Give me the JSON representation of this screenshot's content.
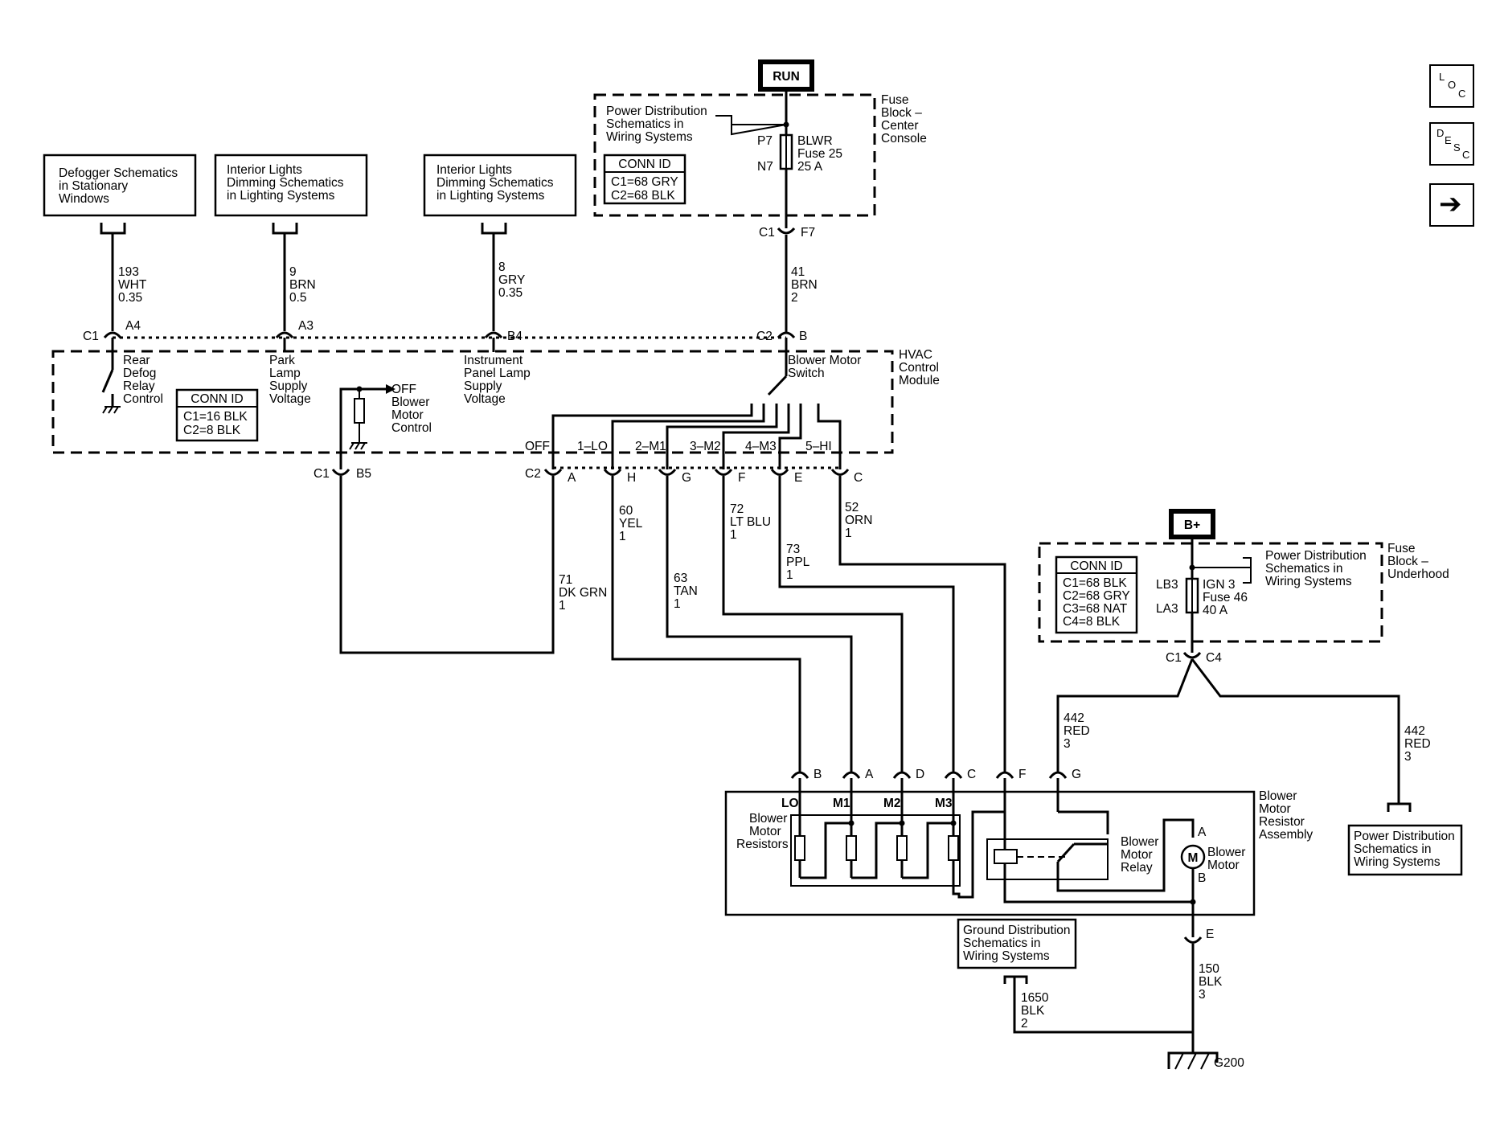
{
  "power": {
    "run": "RUN",
    "bplus": "B+"
  },
  "nav": {
    "loc": [
      "L",
      "O",
      "C"
    ],
    "desc": [
      "D",
      "E",
      "S",
      "C"
    ],
    "next": "➔"
  },
  "fuse_center": {
    "label": [
      "Fuse",
      "Block –",
      "Center",
      "Console"
    ],
    "pds": [
      "Power Distribution",
      "Schematics in",
      "Wiring Systems"
    ],
    "conn_title": "CONN ID",
    "conn": [
      "C1=68 GRY",
      "C2=68 BLK"
    ],
    "pin_in": "P7",
    "pin_out": "N7",
    "fuse": [
      "BLWR",
      "Fuse 25",
      "25 A"
    ],
    "out_conn": "C1",
    "out_pin": "F7"
  },
  "refs": {
    "defog": [
      "Defogger Schematics",
      "in Stationary",
      "Windows"
    ],
    "dim1": [
      "Interior Lights",
      "Dimming Schematics",
      "in Lighting Systems"
    ],
    "dim2": [
      "Interior Lights",
      "Dimming Schematics",
      "in Lighting Systems"
    ],
    "pds_right": [
      "Power Distribution",
      "Schematics in",
      "Wiring Systems"
    ],
    "gds": [
      "Ground Distribution",
      "Schematics in",
      "Wiring Systems"
    ]
  },
  "wires": {
    "w193": [
      "193",
      "WHT",
      "0.35"
    ],
    "w9": [
      "9",
      "BRN",
      "0.5"
    ],
    "w8": [
      "8",
      "GRY",
      "0.35"
    ],
    "w41": [
      "41",
      "BRN",
      "2"
    ],
    "w71": [
      "71",
      "DK GRN",
      "1"
    ],
    "w60": [
      "60",
      "YEL",
      "1"
    ],
    "w63": [
      "63",
      "TAN",
      "1"
    ],
    "w72": [
      "72",
      "LT BLU",
      "1"
    ],
    "w73": [
      "73",
      "PPL",
      "1"
    ],
    "w52": [
      "52",
      "ORN",
      "1"
    ],
    "w442a": [
      "442",
      "RED",
      "3"
    ],
    "w442b": [
      "442",
      "RED",
      "3"
    ],
    "w150": [
      "150",
      "BLK",
      "3"
    ],
    "w1650": [
      "1650",
      "BLK",
      "2"
    ]
  },
  "hvac": {
    "label": [
      "HVAC",
      "Control",
      "Module"
    ],
    "conn_title": "CONN ID",
    "conn": [
      "C1=16 BLK",
      "C2=8 BLK"
    ],
    "c1": "C1",
    "c2": "C2",
    "pins_top": [
      "A4",
      "A3",
      "B4",
      "B"
    ],
    "rear_defog": [
      "Rear",
      "Defog",
      "Relay",
      "Control"
    ],
    "park": [
      "Park",
      "Lamp",
      "Supply",
      "Voltage"
    ],
    "ip": [
      "Instrument",
      "Panel Lamp",
      "Supply",
      "Voltage"
    ],
    "switch": [
      "Blower Motor",
      "Switch"
    ],
    "off_ctrl": [
      "OFF",
      "Blower",
      "Motor",
      "Control"
    ],
    "positions": [
      "OFF",
      "1–LO",
      "2–M1",
      "3–M2",
      "4–M3",
      "5–HI"
    ],
    "pins_bottom": [
      "B5",
      "A",
      "H",
      "G",
      "F",
      "E",
      "C"
    ]
  },
  "fuse_under": {
    "label": [
      "Fuse",
      "Block –",
      "Underhood"
    ],
    "conn_title": "CONN ID",
    "conn": [
      "C1=68 BLK",
      "C2=68 GRY",
      "C3=68 NAT",
      "C4=8 BLK"
    ],
    "pin_in": "LB3",
    "pin_out": "LA3",
    "fuse": [
      "IGN 3",
      "Fuse 46",
      "40 A"
    ],
    "out_conn": "C1",
    "out_pin": "C4"
  },
  "resistor_assembly": {
    "label": [
      "Blower",
      "Motor",
      "Resistor",
      "Assembly"
    ],
    "pins": [
      "B",
      "A",
      "D",
      "C",
      "F",
      "G"
    ],
    "taps": [
      "LO",
      "M1",
      "M2",
      "M3"
    ],
    "resistors": [
      "Blower",
      "Motor",
      "Resistors"
    ],
    "relay": [
      "Blower",
      "Motor",
      "Relay"
    ],
    "motor": [
      "Blower",
      "Motor"
    ],
    "motor_symbol": "M",
    "motor_pins": [
      "A",
      "B"
    ],
    "out_pin": "E"
  },
  "ground": {
    "id": "G200"
  }
}
